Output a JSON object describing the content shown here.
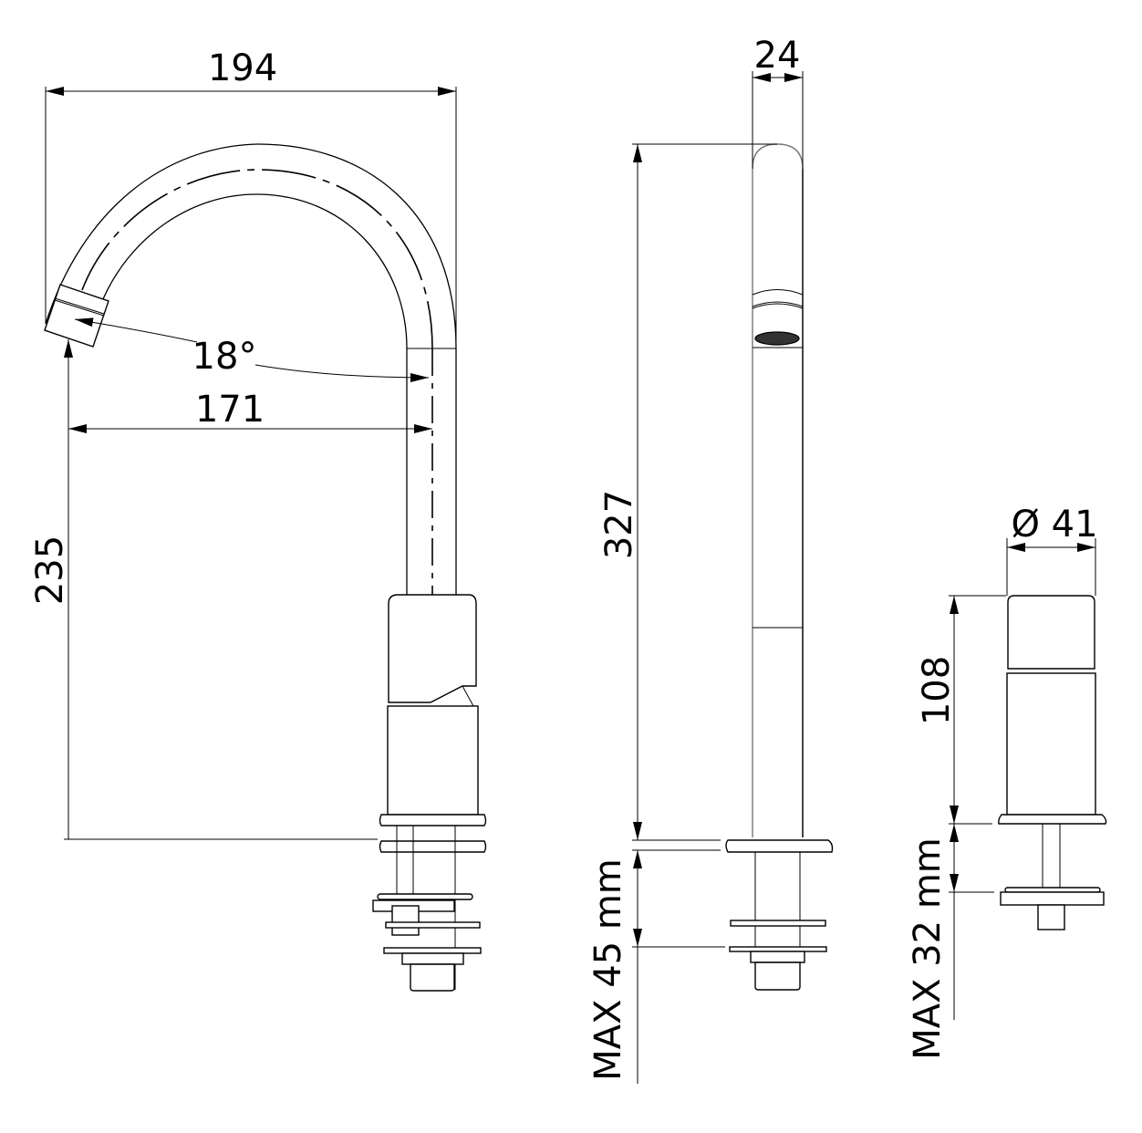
{
  "drawing": {
    "title": "Faucet dimension drawing",
    "colors": {
      "line": "#000000",
      "background": "#ffffff"
    },
    "views": [
      {
        "id": "side-view",
        "dimensions": {
          "spout_reach_overall": "194",
          "spout_angle": "18°",
          "spout_reach_outlet": "171",
          "outlet_height": "235"
        }
      },
      {
        "id": "front-view",
        "dimensions": {
          "spout_width": "24",
          "overall_height": "327",
          "max_deck_thickness": "MAX 45 mm"
        }
      },
      {
        "id": "handle-view",
        "dimensions": {
          "diameter": "Ø 41",
          "height": "108",
          "max_deck_thickness": "MAX 32 mm"
        }
      }
    ]
  }
}
